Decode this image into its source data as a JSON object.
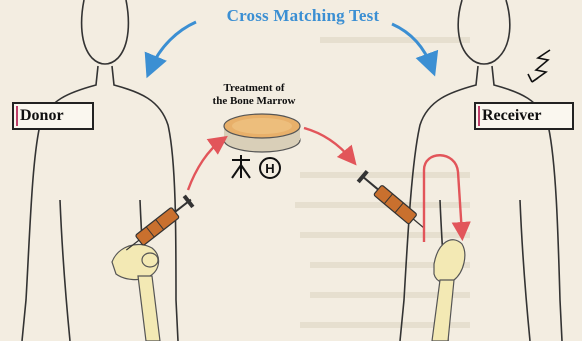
{
  "diagram": {
    "title": "Cross Matching Test",
    "donor_label": "Donor",
    "receiver_label": "Receiver",
    "treatment_line1": "Treatment of",
    "treatment_line2": "the Bone Marrow",
    "colors": {
      "background": "#f3ede1",
      "title": "#3b8fd3",
      "arrow_blue": "#3b8fd3",
      "arrow_red": "#e2555a",
      "dish": "#e8b06a",
      "syringe": "#c9702e",
      "bone": "#f3e9b4",
      "outline": "#333333"
    },
    "icons": [
      "tree-symbol-icon",
      "circled-h-icon",
      "lightning-icon"
    ]
  }
}
